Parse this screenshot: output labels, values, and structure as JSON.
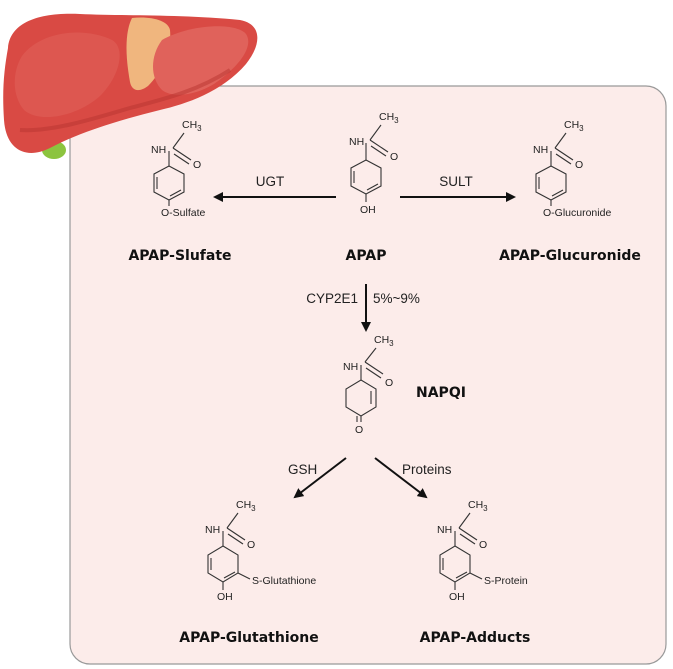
{
  "colors": {
    "panel_fill": "#fcecea",
    "panel_stroke": "#999999",
    "liver_main": "#d94a44",
    "liver_dark": "#b8332f",
    "liver_lobe": "#e0625b",
    "liver_center": "#f0b67e",
    "gallbladder": "#8cc43f"
  },
  "liver": {
    "icon": "liver-icon"
  },
  "center": {
    "name": "APAP",
    "sub": "OH"
  },
  "left": {
    "name": "APAP-Slufate",
    "sub": "O-Sulfate",
    "enzyme": "UGT"
  },
  "right": {
    "name": "APAP-Glucuronide",
    "sub": "O-Glucuronide",
    "enzyme": "SULT"
  },
  "down": {
    "enzyme": "CYP2E1",
    "percent": "5%~9%"
  },
  "napqi": {
    "name": "NAPQI",
    "o": "O"
  },
  "gsh": {
    "label": "GSH",
    "name": "APAP-Glutathione",
    "sub": "S-Glutathione",
    "oh": "OH"
  },
  "proteins": {
    "label": "Proteins",
    "name": "APAP-Adducts",
    "sub": "S-Protein",
    "oh": "OH"
  },
  "atoms": {
    "ch3": "CH",
    "three": "3",
    "nh": "NH",
    "o": "O"
  }
}
